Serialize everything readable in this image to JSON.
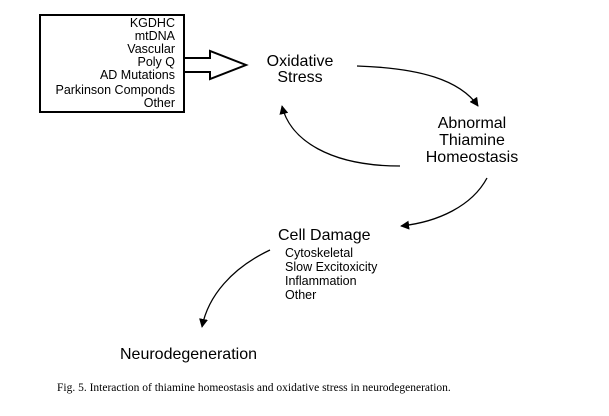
{
  "causes": {
    "items": [
      "KGDHC",
      "mtDNA",
      "Vascular",
      "Poly Q",
      "AD Mutations",
      "Parkinson Componds",
      "Other"
    ]
  },
  "nodes": {
    "oxidative_stress": [
      "Oxidative",
      "Stress"
    ],
    "abnormal_thiamine": [
      "Abnormal",
      "Thiamine",
      "Homeostasis"
    ],
    "cell_damage": "Cell Damage",
    "cell_damage_items": [
      "Cytoskeletal",
      "Slow Excitoxicity",
      "Inflammation",
      "Other"
    ],
    "neurodegeneration": "Neurodegeneration"
  },
  "caption": "Fig. 5. Interaction of thiamine homeostasis and oxidative stress in neurodegeneration."
}
